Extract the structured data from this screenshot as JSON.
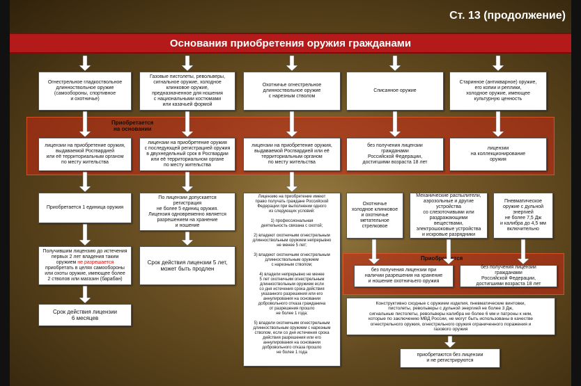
{
  "header": {
    "article": "Ст. 13 (продолжение)",
    "title": "Основания приобретения оружия гражданами"
  },
  "bands": {
    "acquired_on_basis": "Приобретается\nна основании",
    "acquired": "Приобретается"
  },
  "row1": {
    "c1": "Огнестрельное гладкоствольное\nдлинноствольное оружие\n(самообороны, спортивное\nи охотничье)",
    "c2": "Газовые пистолеты, револьверы,\nсигнальное оружие, холодное\nклинковое оружие,\nпредназначенное для ношения\nс национальными костюмами\nили казачьей формой",
    "c3": "Охотничье огнестрельное\nдлинноствольное оружие\nс нарезным стволом",
    "c4": "Списанное оружие",
    "c5": "Старинное (антикварное) оружие,\nего копии и реплики,\nхолодное оружие, имеющее\nкультурную ценность"
  },
  "row2": {
    "c1": "лицензии на приобретение оружия,\nвыдаваемой Росгвардией\nили её территориальным органом\nпо месту жительства",
    "c2": "лицензии на приобретение оружия\nс последующей регистрацией оружия\nв двухнедельный срок в Росгвардии\nили её территориальном органе\nпо месту жительства",
    "c3": "лицензии на приобретение оружия,\nвыдаваемой Росгвардией или её\nтерриториальным органом\nпо месту жительства",
    "c4": "без получения лицензии\nгражданами\nРоссийской Федерации,\nдостигшими возраста 18 лет",
    "c5": "лицензии\nна коллекционирование\nоружия"
  },
  "row3": {
    "c1": "Приобретается 1 единица оружия",
    "c2": "По лицензии допускается\nрегистрация\nне более 5 единиц оружия.\nЛицензия одновременно является\nразрешением на хранение\nи ношение",
    "c3": "Лицензию на приобретение имеют\nправо получать граждане Российской\nФедерации при выполнении одного\nиз следующих условий:\n\n1) профессиональная\nдеятельность связана с охотой;\n\n2) владеют охотничьим огнестрельным\nдлинноствольным оружием непрерывно\nне менее 5 лет;\n\n3) владеют охотничьим огнестрельным\nдлинноствольным оружием\nс нарезным стволом;\n\n4) владели непрерывно не менее\n5 лет охотничьим огнестрельным\nдлинноствольным оружием если\nсо дня истечения срока действия\nуказанного разрешения или его\nаннулирования на основании\nдобровольного отказа гражданина\nот разрешения прошло\nне более 1 года;\n\n5) владели охотничьим огнестрельным\nдлинноствольным оружием с нарезным\nстволом, если со дня истечения срока\nдействия разрешения или его\nаннулирования на основании\nдобровольного отказа прошло\nне более 1 года",
    "c4a": "Охотничье\nхолодное клинковое\nи охотничье\nметательное\nстрелковое",
    "c4b": "Механические распылители,\nаэрозольные и другие\nустройства\nсо слезоточивыми или\nраздражающими\nвеществами,\nэлектрошоковые устройства\nи искровые разрядники",
    "c5": "Пневматическое\nоружие с дульной\nэнергией\nне более 7,5 Дж\nи калибра до 4,5 мм\nвключительно"
  },
  "row4": {
    "c1_prefix": "Получившим лицензию до истечения\nпервых 2 лет владения таким\nоружием",
    "c1_red": "не разрешается",
    "c1_suffix": "приобретать в целях самообороны\nили охоты оружие, имеющее более\n2 стволов или магазин (барабан)",
    "c2": "Срок действия лицензии 5 лет,\nможет быть продлен",
    "c4a": "без получения лицензии при\nналичии разрешения на хранение\nи ношение охотничьего оружия",
    "c4b": "без получения лицензии\nгражданами\nРоссийской Федерации,\nдостигшими возраста 18 лет"
  },
  "row5": {
    "c1": "Срок действия лицензии\n6 месяцев",
    "c4": "Конструктивно сходные с оружием изделия, пневматические винтовки,\nпистолеты, револьверы с дульной энергией не более 3 Дж,\nсигнальные пистолеты, револьверы калибра не более 6 мм и патроны к ним,\nкоторые по заключению МВД России, не могут быть использованы в качестве\nогнестрельного оружия, огнестрельного оружия ограниченного поражения и\nгазового оружия",
    "c4_bottom": "приобретаются без лицензии\nи не регистрируются"
  },
  "colors": {
    "banner": "#b51a1a",
    "band": "#c82814",
    "warning_text": "#d01010",
    "background": "#6e5325"
  }
}
